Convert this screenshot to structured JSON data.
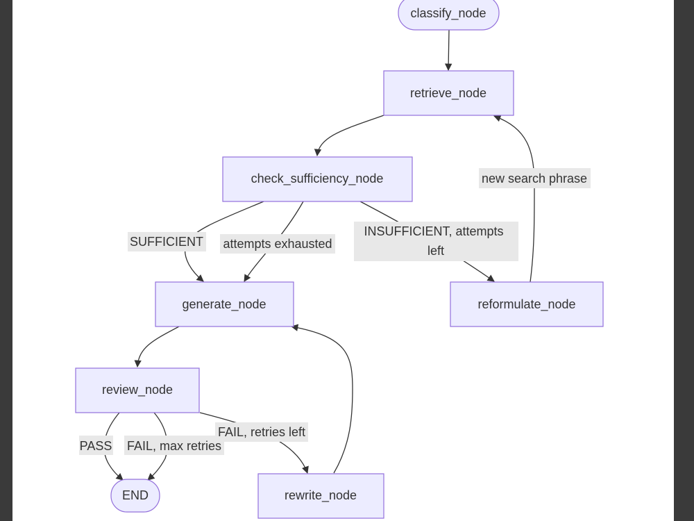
{
  "nodes": {
    "classify": "classify_node",
    "retrieve": "retrieve_node",
    "check": "check_sufficiency_node",
    "generate": "generate_node",
    "reformulate": "reformulate_node",
    "review": "review_node",
    "end": "END",
    "rewrite": "rewrite_node"
  },
  "edges": {
    "sufficient": "SUFFICIENT",
    "attempts_exhausted": "attempts exhausted",
    "insufficient_line1": "INSUFFICIENT, attempts",
    "insufficient_line2": "left",
    "new_search": "new search phrase",
    "pass": "PASS",
    "fail_max": "FAIL, max retries",
    "fail_left": "FAIL, retries left"
  },
  "colors": {
    "node_fill": "#ececff",
    "node_stroke": "#9370db",
    "edge_stroke": "#333333",
    "label_bg": "#e8e8e8"
  }
}
